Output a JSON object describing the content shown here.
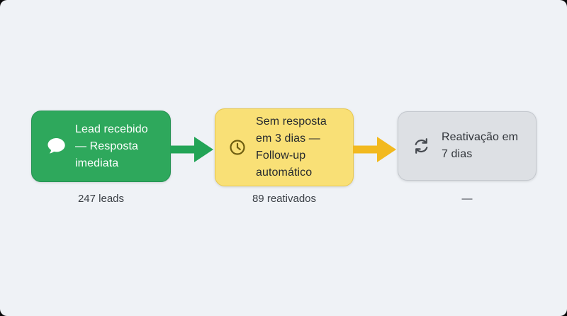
{
  "canvas": {
    "background": "#EFF2F6",
    "frame_background": "#0A0A0B"
  },
  "flow": {
    "nodes": [
      {
        "title": "Lead recebido — Resposta imediata",
        "metric": "247 leads",
        "icon": "chat-bubble-icon",
        "fill": "#2EA85C",
        "border": "#259253",
        "text_color": "#FFFFFF",
        "icon_color": "#FFFFFF"
      },
      {
        "title": "Sem resposta em 3 dias — Follow-up automático",
        "metric": "89 reativados",
        "icon": "clock-icon",
        "fill": "#F9E076",
        "border": "#E8C84D",
        "text_color": "#26292E",
        "icon_color": "#6E5E10"
      },
      {
        "title": "Reativação em 7 dias",
        "metric": "—",
        "icon": "refresh-icon",
        "fill": "#DDE0E4",
        "border": "#C4C8CE",
        "text_color": "#303439",
        "icon_color": "#45494F"
      }
    ],
    "connectors": [
      {
        "color": "#22A456"
      },
      {
        "color": "#F2B91F"
      }
    ],
    "metric_color": "#3A3F45"
  }
}
